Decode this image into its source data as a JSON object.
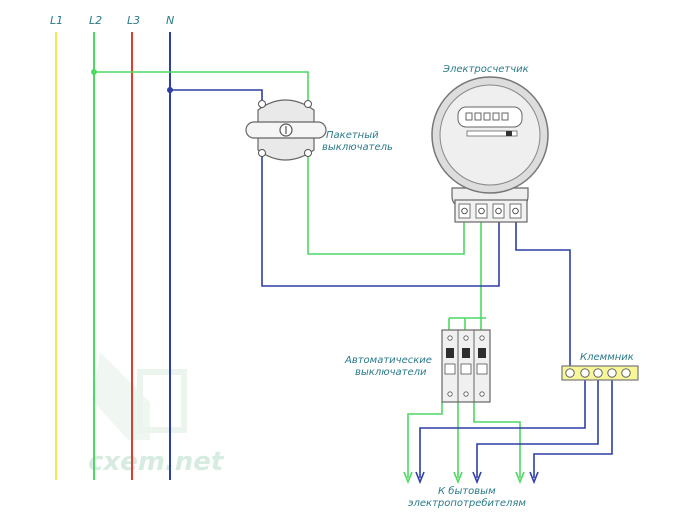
{
  "bus_labels": [
    "L1",
    "L2",
    "L3",
    "N"
  ],
  "labels": {
    "meter": "Электросчетчик",
    "switch_line1": "Пакетный",
    "switch_line2": "выключатель",
    "breakers_line1": "Автоматические",
    "breakers_line2": "выключатели",
    "terminal": "Клеммник",
    "consumers_line1": "К бытовым",
    "consumers_line2": "электропотребителям"
  },
  "watermark": "cxem.net",
  "colors": {
    "L1": "#f2e94e",
    "L2": "#4cd964",
    "L3": "#e53b2c",
    "N": "#2c3fa6",
    "label": "#2b7a8a",
    "device_stroke": "#666666"
  }
}
